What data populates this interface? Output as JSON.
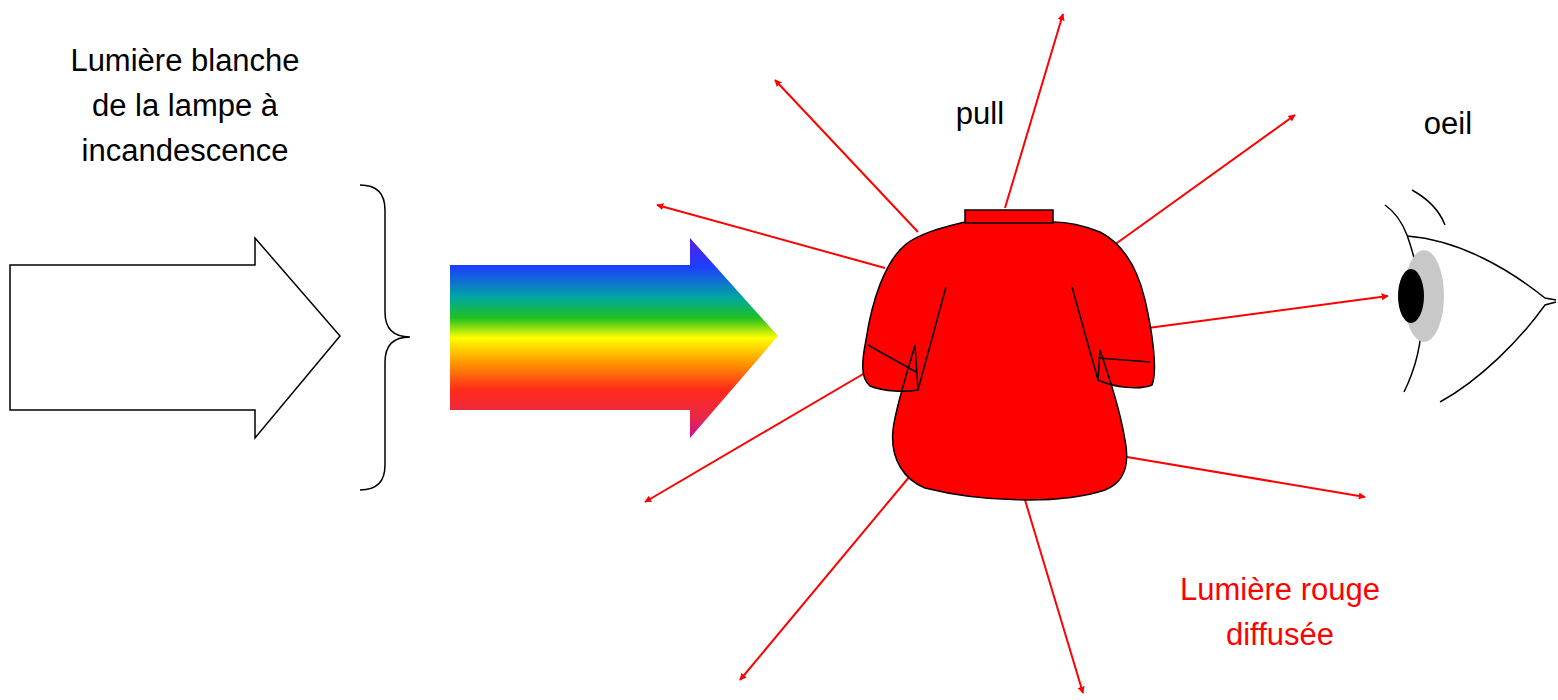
{
  "diagram": {
    "labels": [
      "Lumière blanche de la lampe à incandescence",
      "pull",
      "oeil",
      "Lumière rouge diffusée"
    ]
  }
}
